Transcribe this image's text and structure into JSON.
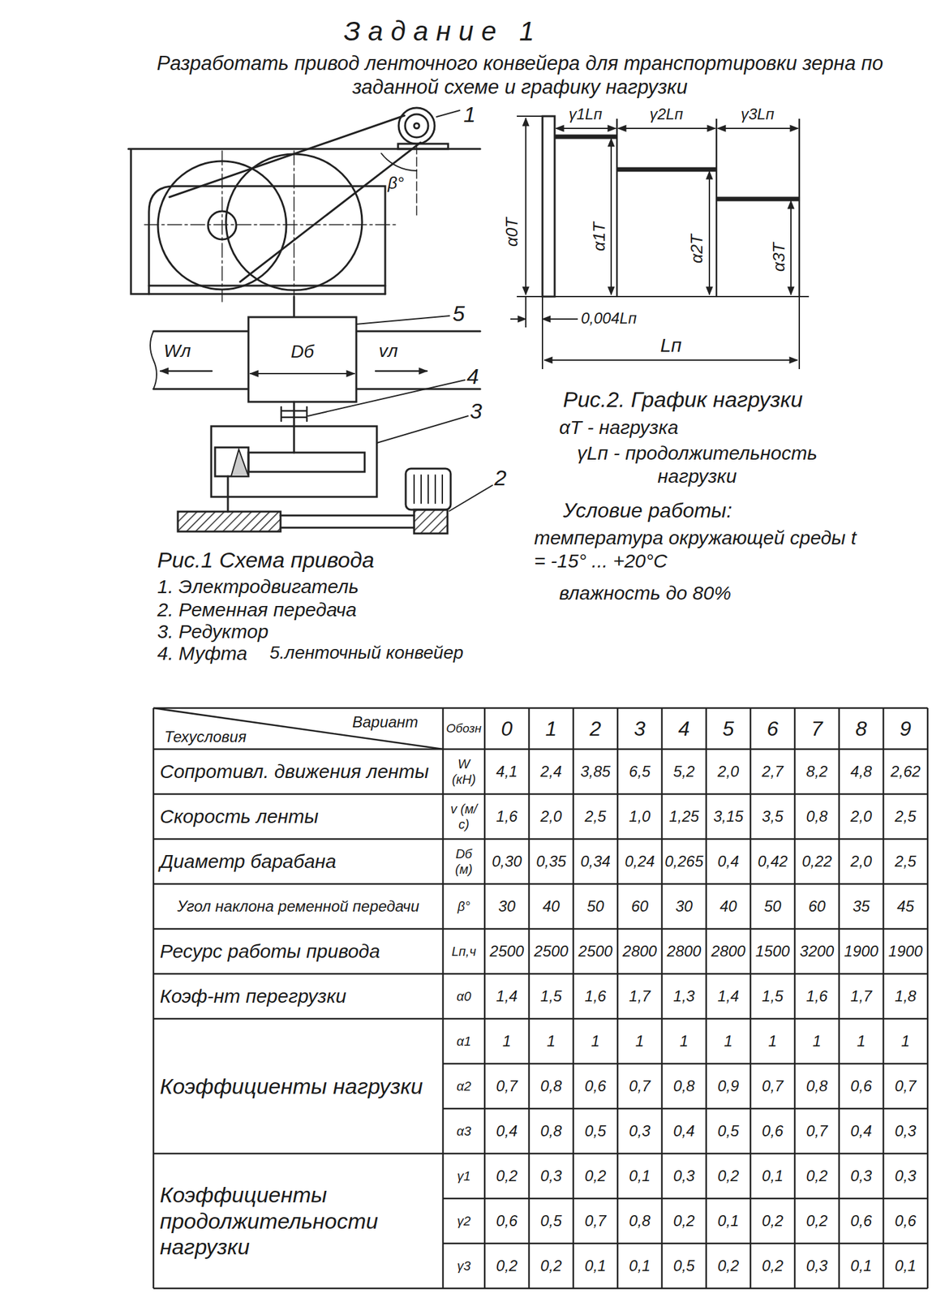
{
  "diagram": {
    "title": "Задание 1",
    "labels": [
      "Разработать привод ленточного конвейера для транспортировки зерна по заданной схеме и графику нагрузки",
      "1",
      "β°",
      "5",
      "Wл",
      "Dб",
      "vл",
      "4",
      "3",
      "2",
      "γ1Lп",
      "γ2Lп",
      "γ3Lп",
      "α0T",
      "α1T",
      "α2T",
      "α3T",
      "0,004Lп",
      "Lп",
      "Рис.2. График нагрузки",
      "αT - нагрузка",
      "γLп - продолжительность нагрузки",
      "Условие работы:",
      "температура окружающей среды t = -15° ... +20°С",
      "влажность до 80%",
      "Рис.1 Схема привода",
      "1. Электродвигатель",
      "2. Ременная передача",
      "3. Редуктор",
      "4. Муфта",
      "5.ленточный конвейер",
      "Вариант",
      "Техусловия",
      "Обозн",
      "0",
      "1",
      "2",
      "3",
      "4",
      "5",
      "6",
      "7",
      "8",
      "9",
      "Сопротивл. движения ленты",
      "W (кН)",
      "4,1",
      "2,4",
      "3,85",
      "6,5",
      "5,2",
      "2,0",
      "2,7",
      "8,2",
      "4,8",
      "2,62",
      "Скорость ленты",
      "v (м/с)",
      "1,6",
      "2,0",
      "2,5",
      "1,0",
      "1,25",
      "3,15",
      "3,5",
      "0,8",
      "2,0",
      "2,5",
      "Диаметр барабана",
      "Dб (м)",
      "0,30",
      "0,35",
      "0,34",
      "0,24",
      "0,265",
      "0,4",
      "0,42",
      "0,22",
      "2,0",
      "2,5",
      "Угол наклона ременной передачи",
      "β°",
      "30",
      "40",
      "50",
      "60",
      "30",
      "40",
      "50",
      "60",
      "35",
      "45",
      "Ресурс работы привода",
      "Lп,ч",
      "2500",
      "2500",
      "2500",
      "2800",
      "2800",
      "2800",
      "1500",
      "3200",
      "1900",
      "1900",
      "Коэф-нт перегрузки",
      "α0",
      "1,4",
      "1,5",
      "1,6",
      "1,7",
      "1,3",
      "1,4",
      "1,5",
      "1,6",
      "1,7",
      "1,8",
      "Коэффициенты нагрузки",
      "α1",
      "1",
      "1",
      "1",
      "1",
      "1",
      "1",
      "1",
      "1",
      "1",
      "1",
      "α2",
      "0,7",
      "0,8",
      "0,6",
      "0,7",
      "0,8",
      "0,9",
      "0,7",
      "0,8",
      "0,6",
      "0,7",
      "α3",
      "0,4",
      "0,8",
      "0,5",
      "0,3",
      "0,4",
      "0,5",
      "0,6",
      "0,7",
      "0,4",
      "0,3",
      "Коэффициенты продолжительности нагрузки",
      "γ1",
      "0,2",
      "0,3",
      "0,2",
      "0,1",
      "0,3",
      "0,2",
      "0,1",
      "0,2",
      "0,3",
      "0,3",
      "γ2",
      "0,6",
      "0,5",
      "0,7",
      "0,8",
      "0,2",
      "0,1",
      "0,2",
      "0,2",
      "0,6",
      "0,6",
      "γ3",
      "0,2",
      "0,2",
      "0,1",
      "0,1",
      "0,5",
      "0,2",
      "0,2",
      "0,3",
      "0,1",
      "0,1"
    ]
  }
}
